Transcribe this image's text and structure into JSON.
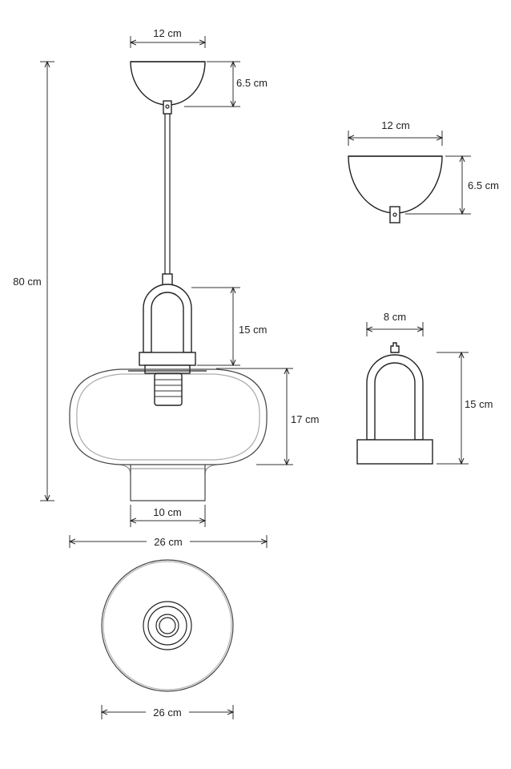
{
  "dimensions": {
    "canopy_width": "12 cm",
    "canopy_height": "6.5 cm",
    "total_height": "80 cm",
    "holder_height": "15 cm",
    "shade_height": "17 cm",
    "neck_width": "10 cm",
    "shade_width": "26 cm",
    "top_view_width": "26 cm",
    "detail_canopy_width": "12 cm",
    "detail_canopy_height": "6.5 cm",
    "detail_holder_width": "8 cm",
    "detail_holder_height": "15 cm"
  }
}
